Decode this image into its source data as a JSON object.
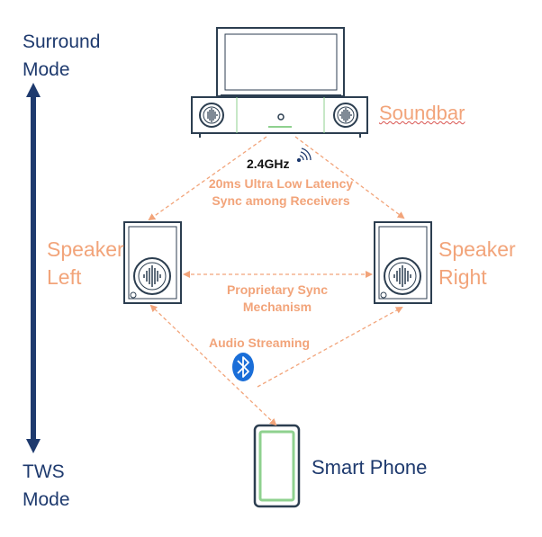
{
  "modes": {
    "top": [
      "Surround",
      "Mode"
    ],
    "bottom": [
      "TWS",
      "Mode"
    ]
  },
  "devices": {
    "soundbar": "Soundbar",
    "speaker_left": [
      "Speaker",
      "Left"
    ],
    "speaker_right": [
      "Speaker",
      "Right"
    ],
    "phone": "Smart Phone"
  },
  "links": {
    "wireless_band": "2.4GHz",
    "latency": [
      "20ms Ultra Low Latency",
      "Sync among Receivers"
    ],
    "sync": [
      "Proprietary Sync",
      "Mechanism"
    ],
    "streaming": "Audio Streaming"
  },
  "icons": {
    "wifi": "wifi-signal-icon",
    "bluetooth": "bluetooth-icon"
  },
  "colors": {
    "navy": "#1e3a6e",
    "accent": "#f2a47a",
    "device_outline": "#2c3e50",
    "phone_screen": "#8fd18f",
    "bluetooth": "#1a6ed8"
  }
}
